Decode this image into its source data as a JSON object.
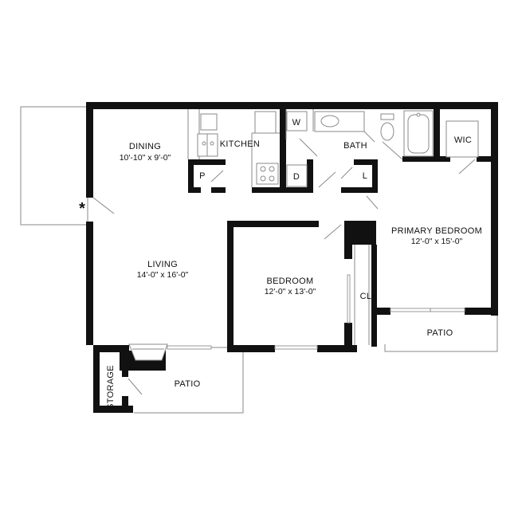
{
  "rooms": {
    "dining": {
      "name": "DINING",
      "size": "10'-10\" x 9'-0\""
    },
    "kitchen": {
      "name": "KITCHEN"
    },
    "bath": {
      "name": "BATH"
    },
    "wic": {
      "name": "WIC"
    },
    "primary_bedroom": {
      "name": "PRIMARY BEDROOM",
      "size": "12'-0\" x 15'-0\""
    },
    "living": {
      "name": "LIVING",
      "size": "14'-0\" x 16'-0\""
    },
    "bedroom": {
      "name": "BEDROOM",
      "size": "12'-0\" x 13'-0\""
    },
    "closet": {
      "name": "CL"
    },
    "patio_right": {
      "name": "PATIO"
    },
    "patio_left": {
      "name": "PATIO"
    },
    "storage": {
      "name": "STORAGE"
    }
  },
  "appliances": {
    "washer": "W",
    "dryer": "D",
    "pantry": "P",
    "linen": "L"
  },
  "entry_marker": "*",
  "colors": {
    "wall": "#111111",
    "fixture_line": "#8a8a8a",
    "background": "#ffffff"
  }
}
